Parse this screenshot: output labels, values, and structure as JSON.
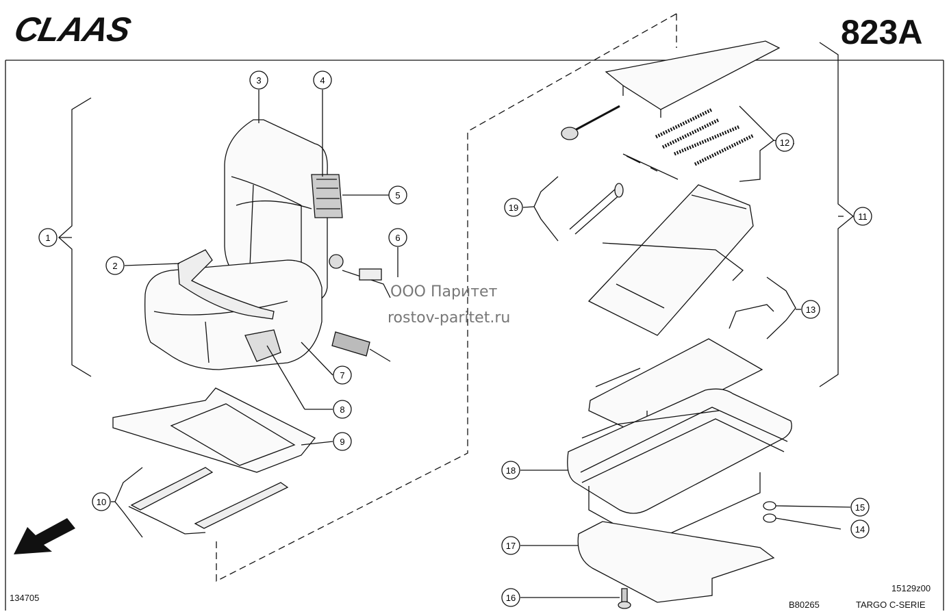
{
  "header": {
    "logo": "CLAAS",
    "page_number": "823A"
  },
  "footer": {
    "left_code": "134705",
    "center_code": "B80265",
    "right_code": "15129z00",
    "series": "TARGO C-SERIE"
  },
  "watermark": {
    "line1": "ООО Паритет",
    "line2": "rostov-paritet.ru"
  },
  "callouts": [
    "1",
    "2",
    "3",
    "4",
    "5",
    "6",
    "7",
    "8",
    "9",
    "10",
    "11",
    "12",
    "13",
    "14",
    "15",
    "16",
    "17",
    "18",
    "19"
  ],
  "icons": {
    "direction": "arrow-down-left-icon"
  }
}
